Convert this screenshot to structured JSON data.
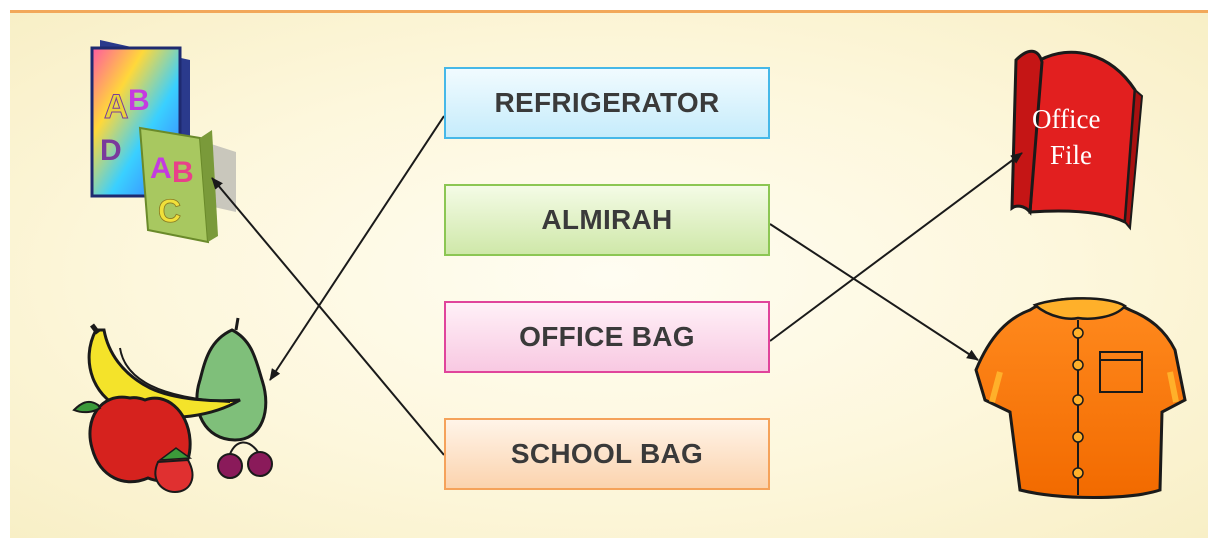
{
  "boxes": {
    "refrigerator": "REFRIGERATOR",
    "almirah": "ALMIRAH",
    "office_bag": "OFFICE BAG",
    "school_bag": "SCHOOL BAG"
  },
  "images": {
    "books_icon": "abc-books-icon",
    "fruits_icon": "fruit-basket-icon",
    "office_file_icon": "office-file-icon",
    "shirt_icon": "shirt-icon",
    "office_file_text_line1": "Office",
    "office_file_text_line2": "File"
  },
  "connections": [
    {
      "from": "REFRIGERATOR",
      "to": "fruits"
    },
    {
      "from": "ALMIRAH",
      "to": "shirt"
    },
    {
      "from": "OFFICE BAG",
      "to": "office file"
    },
    {
      "from": "SCHOOL BAG",
      "to": "books"
    }
  ],
  "colors": {
    "refrigerator_border": "#46b8e8",
    "almirah_border": "#8cc653",
    "office_bag_border": "#e0449b",
    "school_bag_border": "#f5a25a",
    "arrow": "#1a1a1a"
  }
}
